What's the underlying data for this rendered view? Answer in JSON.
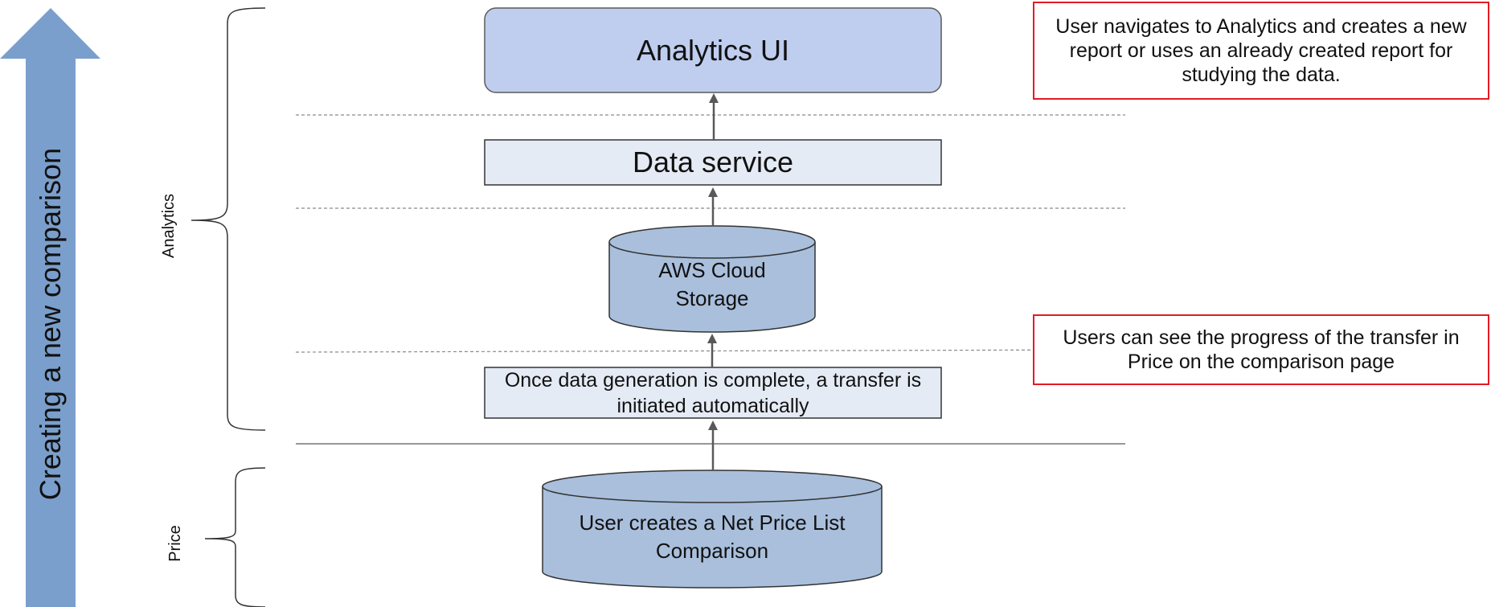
{
  "side_arrow": {
    "label": "Creating a new comparison",
    "color": "#7b9fcc"
  },
  "groups": {
    "analytics": "Analytics",
    "price": "Price"
  },
  "nodes": {
    "analytics_ui": "Analytics UI",
    "data_service": "Data service",
    "cloud_storage": "AWS Cloud Storage",
    "transfer": "Once data generation is complete, a transfer is initiated automatically",
    "comparison": "User creates a Net Price List Comparison"
  },
  "notes": {
    "analytics": "User navigates to Analytics and creates a new report or uses an already created report for studying the data.",
    "progress": "Users can see the progress of the transfer in Price on the comparison page"
  },
  "colors": {
    "ui_box": "#bfcdef",
    "service_box": "#e5ebf5",
    "cylinder": "#a9bfdc",
    "note_border": "#e31b23",
    "arrow": "#595959"
  }
}
